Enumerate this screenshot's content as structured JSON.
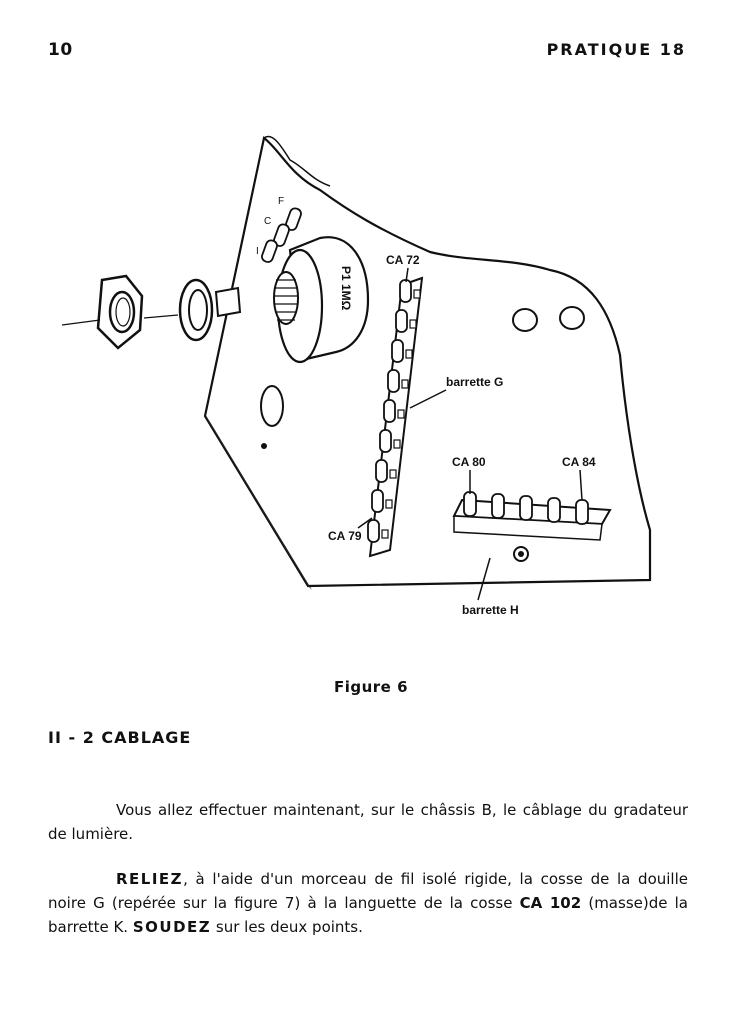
{
  "header": {
    "page_number": "10",
    "running_title": "PRATIQUE 18"
  },
  "figure": {
    "labels": {
      "ca72": "CA 72",
      "barrette_g": "barrette G",
      "ca80": "CA 80",
      "ca84": "CA 84",
      "ca79": "CA 79",
      "barrette_h": "barrette H",
      "pot_value": "P1 1MΩ",
      "pin_f": "F",
      "pin_c": "C",
      "pin_i": "I"
    },
    "caption": "Figure 6"
  },
  "section": {
    "heading": "II - 2 CABLAGE"
  },
  "paragraph1": "Vous allez effectuer maintenant, sur le châssis B, le câblage du gradateur de lumière.",
  "paragraph2": {
    "lead": "RELIEZ",
    "middle": ", à l'aide d'un morceau de fil isolé rigide, la cosse de la douille noire G (repérée sur la figure 7) à la languette de la cosse ",
    "ca102": "CA 102",
    "middle2": " (masse)de la barrette K. ",
    "soudez": "SOUDEZ",
    "tail": " sur les deux points."
  }
}
